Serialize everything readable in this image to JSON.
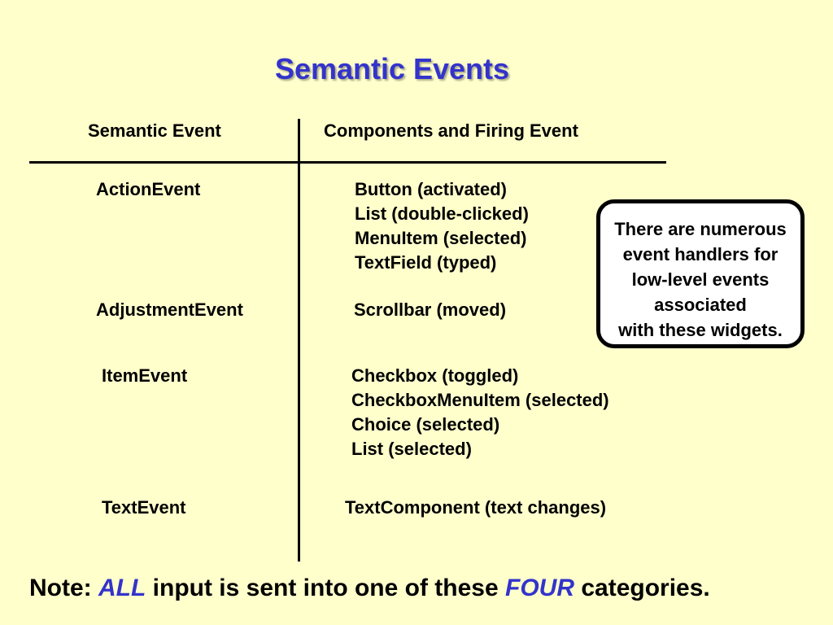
{
  "title": "Semantic Events",
  "table": {
    "header": {
      "col1": "Semantic Event",
      "col2": "Components and Firing Event"
    },
    "rows": [
      {
        "event": "ActionEvent",
        "components": [
          "Button (activated)",
          "List (double-clicked)",
          "MenuItem (selected)",
          "TextField (typed)"
        ]
      },
      {
        "event": "AdjustmentEvent",
        "components": [
          "Scrollbar (moved)"
        ]
      },
      {
        "event": "ItemEvent",
        "components": [
          "Checkbox (toggled)",
          "CheckboxMenuItem (selected)",
          "Choice (selected)",
          "List (selected)"
        ]
      },
      {
        "event": "TextEvent",
        "components": [
          "TextComponent (text changes)"
        ]
      }
    ]
  },
  "callout": {
    "lines": [
      "There are numerous",
      "event handlers for",
      "low-level events",
      "associated",
      "with these widgets."
    ]
  },
  "note": {
    "prefix": "Note: ",
    "emphasis1": "ALL",
    "middle": " input is sent into one of these ",
    "emphasis2": "FOUR",
    "suffix": " categories."
  },
  "colors": {
    "background": "#FFFFCC",
    "title": "#3333CC",
    "emphasis": "#3333CC"
  }
}
